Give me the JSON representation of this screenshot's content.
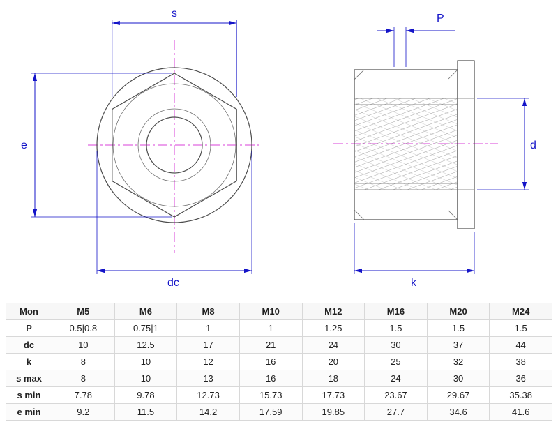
{
  "drawing": {
    "labels": {
      "s": "s",
      "e": "e",
      "dc": "dc",
      "P": "P",
      "d": "d",
      "k": "k"
    },
    "colors": {
      "dimension": "#1414c8",
      "centerline": "#d840d8",
      "outline": "#4d4d4d",
      "hatch": "#8a8a8a"
    }
  },
  "table": {
    "header": [
      "Mon",
      "M5",
      "M6",
      "M8",
      "M10",
      "M12",
      "M16",
      "M20",
      "M24"
    ],
    "rows": [
      {
        "label": "P",
        "values": [
          "0.5|0.8",
          "0.75|1",
          "1",
          "1",
          "1.25",
          "1.5",
          "1.5",
          "1.5"
        ]
      },
      {
        "label": "dc",
        "values": [
          "10",
          "12.5",
          "17",
          "21",
          "24",
          "30",
          "37",
          "44"
        ]
      },
      {
        "label": "k",
        "values": [
          "8",
          "10",
          "12",
          "16",
          "20",
          "25",
          "32",
          "38"
        ]
      },
      {
        "label": "s max",
        "values": [
          "8",
          "10",
          "13",
          "16",
          "18",
          "24",
          "30",
          "36"
        ]
      },
      {
        "label": "s min",
        "values": [
          "7.78",
          "9.78",
          "12.73",
          "15.73",
          "17.73",
          "23.67",
          "29.67",
          "35.38"
        ]
      },
      {
        "label": "e min",
        "values": [
          "9.2",
          "11.5",
          "14.2",
          "17.59",
          "19.85",
          "27.7",
          "34.6",
          "41.6"
        ]
      }
    ]
  }
}
